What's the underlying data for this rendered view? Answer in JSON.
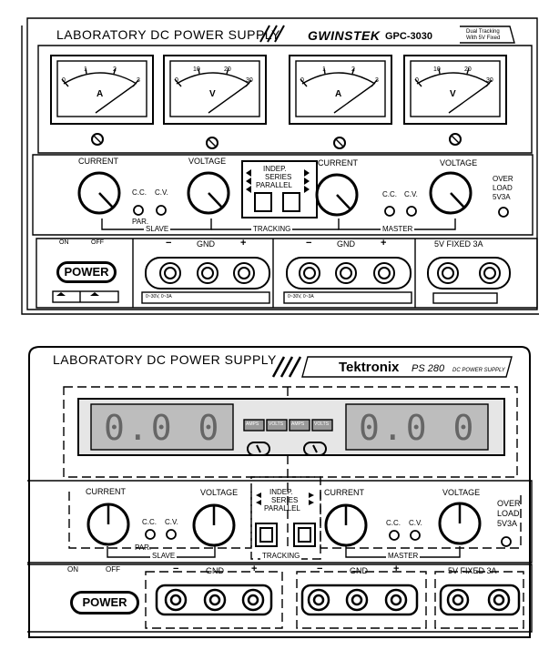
{
  "top": {
    "title": "LABORATORY DC POWER SUPPLY",
    "brand": "GWINSTEK",
    "model": "GPC-3030",
    "tag_line1": "Dual Tracking",
    "tag_line2": "With 5V Fixed",
    "meters": [
      {
        "ticks": [
          "0",
          "1",
          "2",
          "3"
        ],
        "unit": "A"
      },
      {
        "ticks": [
          "0",
          "10",
          "20",
          "30"
        ],
        "unit": "V"
      },
      {
        "ticks": [
          "0",
          "1",
          "2",
          "3"
        ],
        "unit": "A"
      },
      {
        "ticks": [
          "0",
          "10",
          "20",
          "30"
        ],
        "unit": "V"
      }
    ],
    "current": "CURRENT",
    "voltage": "VOLTAGE",
    "cc": "C.C.",
    "cv": "C.V.",
    "par": "PAR.",
    "slave": "SLAVE",
    "tracking": "TRACKING",
    "master": "MASTER",
    "indep": "INDEP.",
    "series": "SERIES",
    "parallel": "PARALLEL",
    "overload1": "OVER",
    "overload2": "LOAD",
    "overload3": "5V3A",
    "on": "ON",
    "off": "OFF",
    "minus": "−",
    "plus": "+",
    "gnd": "GND",
    "fixed": "5V  FIXED  3A",
    "power": "POWER",
    "spec_left": "0~30V, 0~3A",
    "spec_right": "0~30V, 0~3A"
  },
  "bottom": {
    "title": "LABORATORY DC POWER SUPPLY",
    "brand": "Tektronix",
    "model": "PS 280",
    "model_sub": "DC POWER SUPPLY",
    "display_left": "0.0 0",
    "display_right": "0.0 0",
    "amps": "AMPS",
    "volts": "VOLTS",
    "current": "CURRENT",
    "voltage": "VOLTAGE",
    "cc": "C.C.",
    "cv": "C.V.",
    "par": "PAR.",
    "slave": "SLAVE",
    "tracking": "TRACKING",
    "master": "MASTER",
    "indep": "INDEP.",
    "series": "SERIES",
    "parallel": "PARALLEL",
    "overload1": "OVER",
    "overload2": "LOAD",
    "overload3": "5V3A",
    "on": "ON",
    "off": "OFF",
    "minus": "−",
    "plus": "+",
    "gnd": "GND",
    "fixed": "5V FIXED 3A",
    "power": "POWER"
  }
}
